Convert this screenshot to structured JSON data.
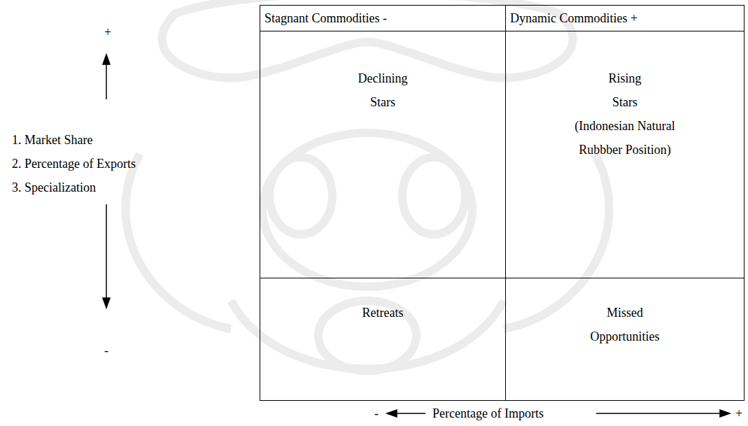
{
  "diagram": {
    "nodes": [
      {
        "text": [
          "Stagnant Commodities -"
        ]
      },
      {
        "text": [
          "Dynamic Commodities +"
        ]
      },
      {
        "text": [
          "Declining Stars"
        ]
      },
      {
        "text": [
          "Rising Stars",
          "(Indonesian Natural Rubbber Position)"
        ]
      },
      {
        "text": [
          "Retreats"
        ]
      },
      {
        "text": [
          "Missed Opportunities"
        ]
      }
    ],
    "labels": [
      "+",
      "1. Market Share",
      "2. Percentage of Exports",
      "3. Specialization",
      "-",
      "-",
      "Percentage of Imports",
      "+"
    ]
  }
}
